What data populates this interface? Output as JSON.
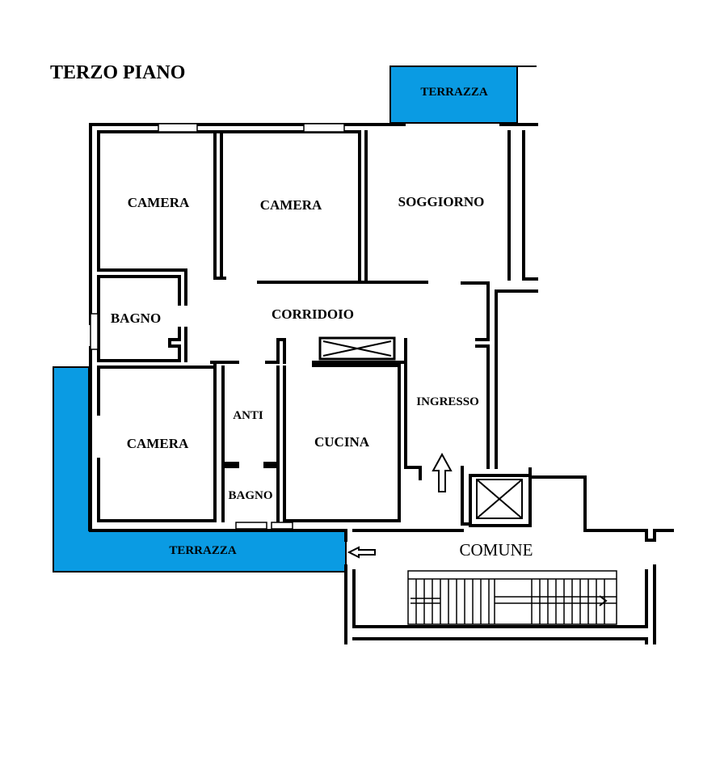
{
  "title": "TERZO PIANO",
  "rooms": {
    "camera_1": "CAMERA",
    "camera_2": "CAMERA",
    "soggiorno": "SOGGIORNO",
    "bagno_1": "BAGNO",
    "corridoio": "CORRIDOIO",
    "camera_3": "CAMERA",
    "anti": "ANTI",
    "bagno_2": "BAGNO",
    "cucina": "CUCINA",
    "ingresso": "INGRESSO",
    "terrazza_top": "TERRAZZA",
    "terrazza_bottom": "TERRAZZA",
    "comune": "COMUNE"
  },
  "colors": {
    "terrace": "#0a9be3",
    "wall": "#000000"
  }
}
